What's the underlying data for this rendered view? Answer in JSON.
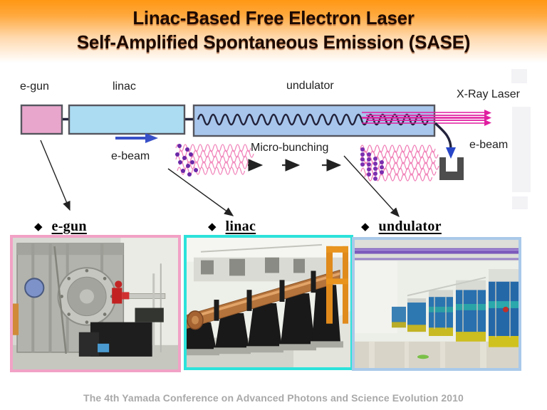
{
  "header": {
    "title_line1": "Linac-Based Free Electron Laser",
    "title_line2": "Self-Amplified Spontaneous Emission (SASE)",
    "gradient_top_color": "#ff9714",
    "gradient_bottom_color": "#ffffff",
    "title_color": "#1c0a02"
  },
  "diagram": {
    "egun_label": "e-gun",
    "linac_label": "linac",
    "undulator_label": "undulator",
    "xray_label": "X-Ray Laser",
    "ebeam_left_label": "e-beam",
    "ebeam_right_label": "e-beam",
    "microbunching_label": "Micro-bunching",
    "colors": {
      "egun_box_fill": "#e9a6cc",
      "linac_box_fill": "#abdcf2",
      "undulator_box_fill": "#a8c6ec",
      "box_border": "#55565e",
      "beam_line": "#23233c",
      "ebeam_arrow": "#3850c8",
      "xray_beam": "#e01ea0",
      "micro_bunch_wave": "#ef6fae",
      "micro_bunch_dots": "#6a28a8",
      "beam_dump": "#4d4d4d"
    }
  },
  "captions": [
    {
      "bullet": "◆",
      "text": "e-gun"
    },
    {
      "bullet": "◆",
      "text": "linac"
    },
    {
      "bullet": "◆",
      "text": "undulator"
    }
  ],
  "photos": [
    {
      "name": "e-gun photograph",
      "border_color": "#f2a2c6"
    },
    {
      "name": "linac photograph",
      "border_color": "#2ce2da"
    },
    {
      "name": "undulator photograph",
      "border_color": "#a9c9e9"
    }
  ],
  "footer": {
    "text": "The 4th  Yamada Conference on Advanced Photons and Science Evolution 2010"
  }
}
